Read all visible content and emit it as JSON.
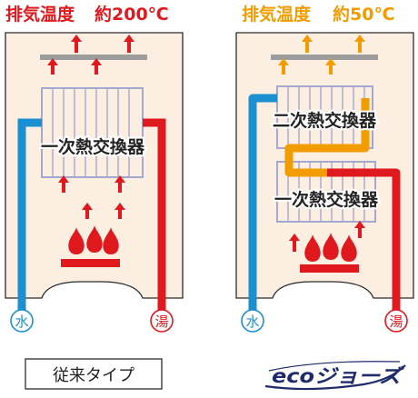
{
  "left": {
    "header_prefix": "排気温度",
    "header_value": "約200℃",
    "exchanger_label": "一次熱交換器",
    "in_label": "水",
    "out_label": "湯",
    "caption": "従来タイプ"
  },
  "right": {
    "header_prefix": "排気温度",
    "header_value": "約50℃",
    "secondary_label": "二次熱交換器",
    "primary_label": "一次熱交換器",
    "in_label": "水",
    "out_label": "湯",
    "logo": "ecoジョーズ"
  },
  "colors": {
    "hot_red": "#e0191f",
    "warm_orange": "#f39c00",
    "water_blue": "#1c8fd0",
    "cabinet_fill": "#fcefe2",
    "cabinet_stroke": "#2b2b2b",
    "tube_grey": "#a4a8d0",
    "vent_grey": "#9d9d9d",
    "header_left": "#e0191f",
    "header_right": "#f39c00",
    "logo_navy": "#1f2a6b"
  }
}
